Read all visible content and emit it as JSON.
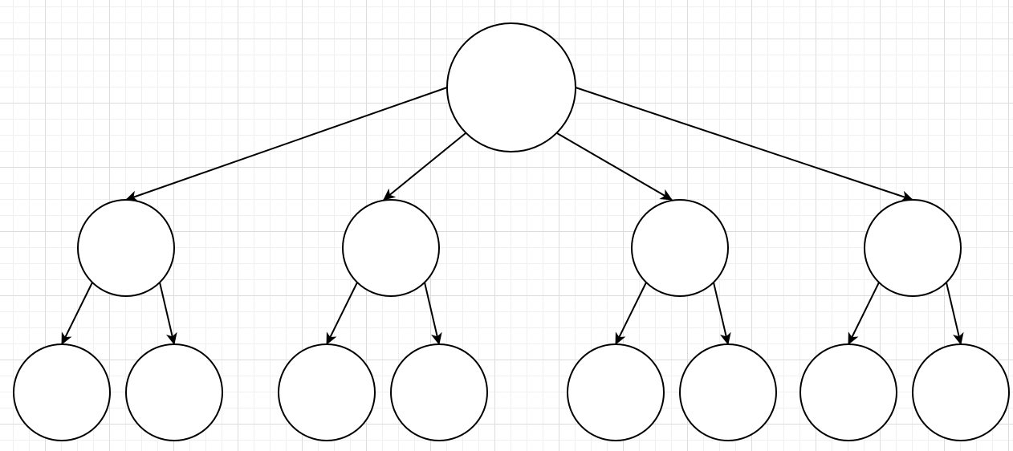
{
  "diagram": {
    "type": "tree",
    "line_color": "#000000",
    "node_fill": "#ffffff",
    "grid_color": "#dcdcdc",
    "nodes": [
      {
        "id": "root"
      },
      {
        "id": "level1-a"
      },
      {
        "id": "level1-b"
      },
      {
        "id": "level1-c"
      },
      {
        "id": "level1-d"
      },
      {
        "id": "leaf-a1"
      },
      {
        "id": "leaf-a2"
      },
      {
        "id": "leaf-b1"
      },
      {
        "id": "leaf-b2"
      },
      {
        "id": "leaf-c1"
      },
      {
        "id": "leaf-c2"
      },
      {
        "id": "leaf-d1"
      },
      {
        "id": "leaf-d2"
      }
    ],
    "edges": [
      {
        "from": "root",
        "to": "level1-a"
      },
      {
        "from": "root",
        "to": "level1-b"
      },
      {
        "from": "root",
        "to": "level1-c"
      },
      {
        "from": "root",
        "to": "level1-d"
      },
      {
        "from": "level1-a",
        "to": "leaf-a1"
      },
      {
        "from": "level1-a",
        "to": "leaf-a2"
      },
      {
        "from": "level1-b",
        "to": "leaf-b1"
      },
      {
        "from": "level1-b",
        "to": "leaf-b2"
      },
      {
        "from": "level1-c",
        "to": "leaf-c1"
      },
      {
        "from": "level1-c",
        "to": "leaf-c2"
      },
      {
        "from": "level1-d",
        "to": "leaf-d1"
      },
      {
        "from": "level1-d",
        "to": "leaf-d2"
      }
    ]
  }
}
